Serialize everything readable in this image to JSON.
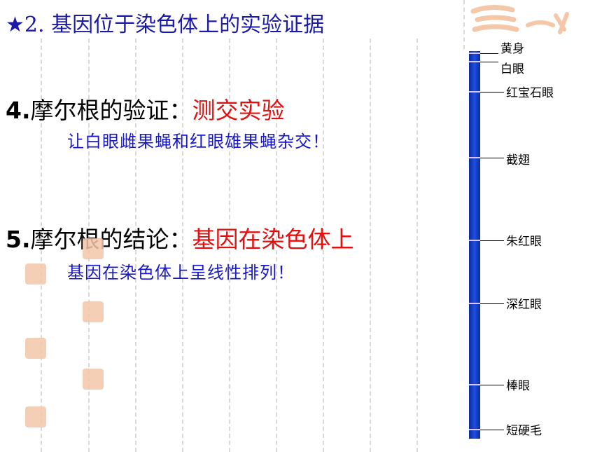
{
  "title": {
    "star": "★",
    "text": "2. 基因位于染色体上的实验证据"
  },
  "section4": {
    "number": "4.",
    "label": "摩尔根的验证：",
    "highlight": "测交实验",
    "detail": "让白眼雌果蝇和红眼雄果蝇杂交！"
  },
  "section5": {
    "number": "5.",
    "label": "摩尔根的结论：",
    "highlight": "基因在染色体上",
    "detail": "基因在染色体上呈线性排列！"
  },
  "chromosome": {
    "genes": [
      "黄身",
      "白眼",
      "红宝石眼",
      "截翅",
      "朱红眼",
      "深红眼",
      "棒眼",
      "短硬毛"
    ]
  },
  "colors": {
    "title": "#1a1aa6",
    "highlight": "#e31010",
    "detail": "#1818c8",
    "chromosome": "#1d4fe0"
  }
}
